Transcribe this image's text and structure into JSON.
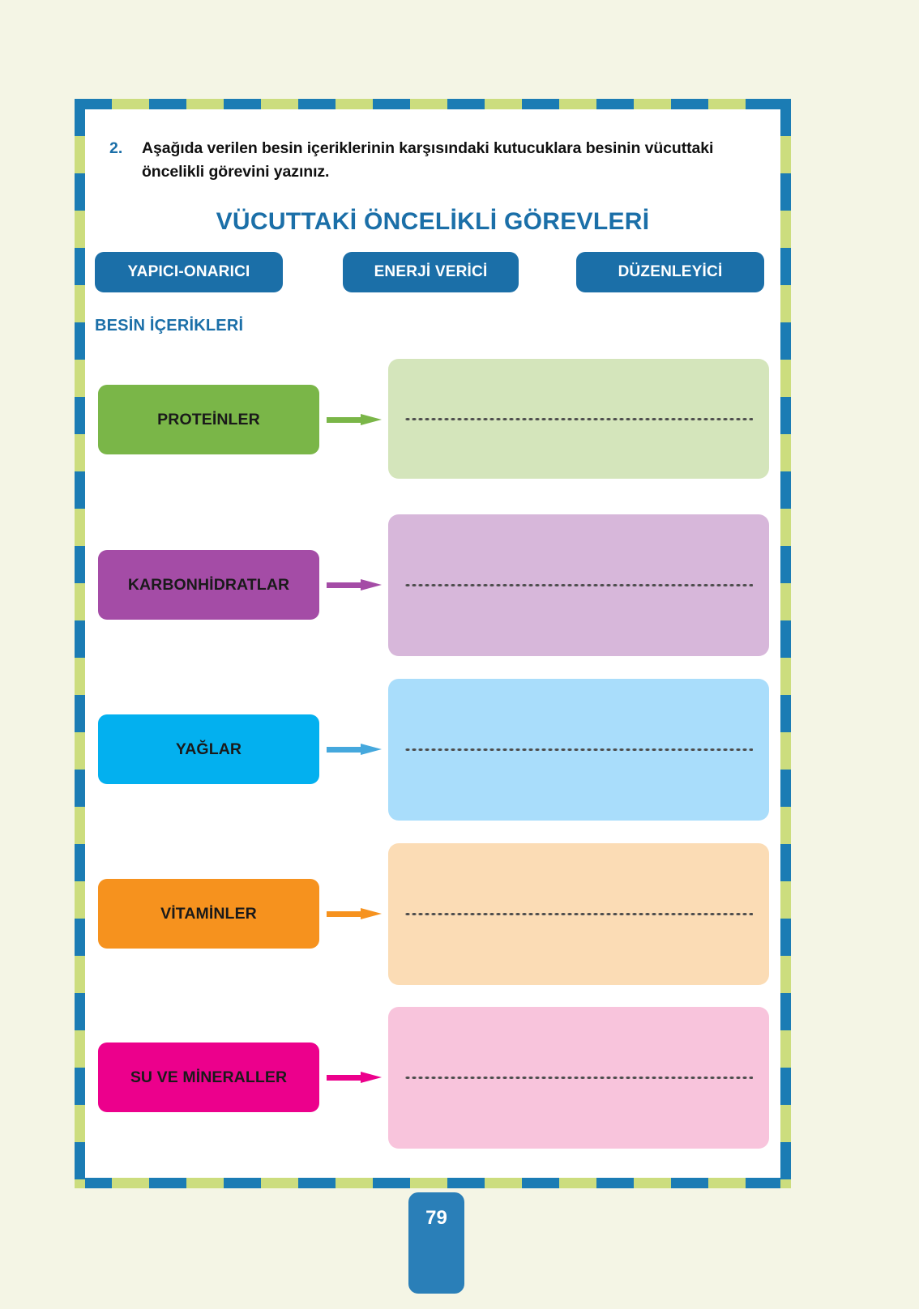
{
  "page": {
    "background_color": "#f4f5e5",
    "page_number": "79",
    "frame": {
      "dash_blue": "#1b7cb4",
      "dash_green": "#ccdd7e"
    }
  },
  "question": {
    "number": "2.",
    "text": "Aşağıda verilen besin içeriklerinin karşısındaki kutucuklara besinin vücuttaki öncelikli görevini yazınız."
  },
  "main_heading": "VÜCUTTAKİ ÖNCELİKLİ GÖREVLERİ",
  "sub_heading": "BESİN İÇERİKLERİ",
  "categories": [
    {
      "label": "YAPICI-ONARICI"
    },
    {
      "label": "ENERJİ VERİCİ"
    },
    {
      "label": "DÜZENLEYİCİ"
    }
  ],
  "accent_color": "#1b6fa8",
  "rows": [
    {
      "label": "PROTEİNLER",
      "label_color": "#7ab648",
      "arrow_color": "#7ab648",
      "box_color": "#d4e5bb",
      "answer_value": "",
      "answer_placeholder": "................................................................"
    },
    {
      "label": "KARBONHİDRATLAR",
      "label_color": "#a44ca6",
      "arrow_color": "#a44ca6",
      "box_color": "#d7b7da",
      "answer_value": "",
      "answer_placeholder": "................................................................"
    },
    {
      "label": "YAĞLAR",
      "label_color": "#03b0ef",
      "arrow_color": "#45a8dd",
      "box_color": "#a9ddfb",
      "answer_value": "",
      "answer_placeholder": "................................................................"
    },
    {
      "label": "VİTAMİNLER",
      "label_color": "#f6921e",
      "arrow_color": "#f6921e",
      "box_color": "#fbdcb5",
      "answer_value": "",
      "answer_placeholder": "................................................................"
    },
    {
      "label": "SU VE MİNERALLER",
      "label_color": "#ec008c",
      "arrow_color": "#ec008c",
      "box_color": "#f8c4dc",
      "answer_value": "",
      "answer_placeholder": "................................................................"
    }
  ]
}
